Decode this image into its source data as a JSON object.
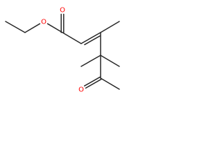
{
  "molecule": {
    "atoms": [
      {
        "id": "c1",
        "element": "C",
        "label": ""
      },
      {
        "id": "c2",
        "element": "C",
        "label": ""
      },
      {
        "id": "o1",
        "element": "O",
        "label": "O",
        "color": "#ff0000"
      },
      {
        "id": "c3",
        "element": "C",
        "label": ""
      },
      {
        "id": "o2",
        "element": "O",
        "label": "O",
        "color": "#ff0000"
      },
      {
        "id": "c4",
        "element": "C",
        "label": ""
      },
      {
        "id": "c5",
        "element": "C",
        "label": ""
      },
      {
        "id": "c6",
        "element": "C",
        "label": ""
      },
      {
        "id": "c7",
        "element": "C",
        "label": ""
      },
      {
        "id": "c8",
        "element": "C",
        "label": ""
      },
      {
        "id": "c9",
        "element": "C",
        "label": ""
      },
      {
        "id": "c10",
        "element": "C",
        "label": ""
      },
      {
        "id": "o3",
        "element": "O",
        "label": "O",
        "color": "#ff0000"
      },
      {
        "id": "c11",
        "element": "C",
        "label": ""
      }
    ],
    "bonds": [
      {
        "from": "c1",
        "to": "c2",
        "order": 1
      },
      {
        "from": "c2",
        "to": "o1",
        "order": 1
      },
      {
        "from": "o1",
        "to": "c3",
        "order": 1
      },
      {
        "from": "c3",
        "to": "o2",
        "order": 2
      },
      {
        "from": "c3",
        "to": "c4",
        "order": 1
      },
      {
        "from": "c4",
        "to": "c5",
        "order": 2
      },
      {
        "from": "c5",
        "to": "c6",
        "order": 1
      },
      {
        "from": "c5",
        "to": "c7",
        "order": 1
      },
      {
        "from": "c7",
        "to": "c8",
        "order": 1
      },
      {
        "from": "c7",
        "to": "c9",
        "order": 1
      },
      {
        "from": "c7",
        "to": "c10",
        "order": 1
      },
      {
        "from": "c10",
        "to": "o3",
        "order": 2
      },
      {
        "from": "c10",
        "to": "c11",
        "order": 1
      }
    ]
  }
}
